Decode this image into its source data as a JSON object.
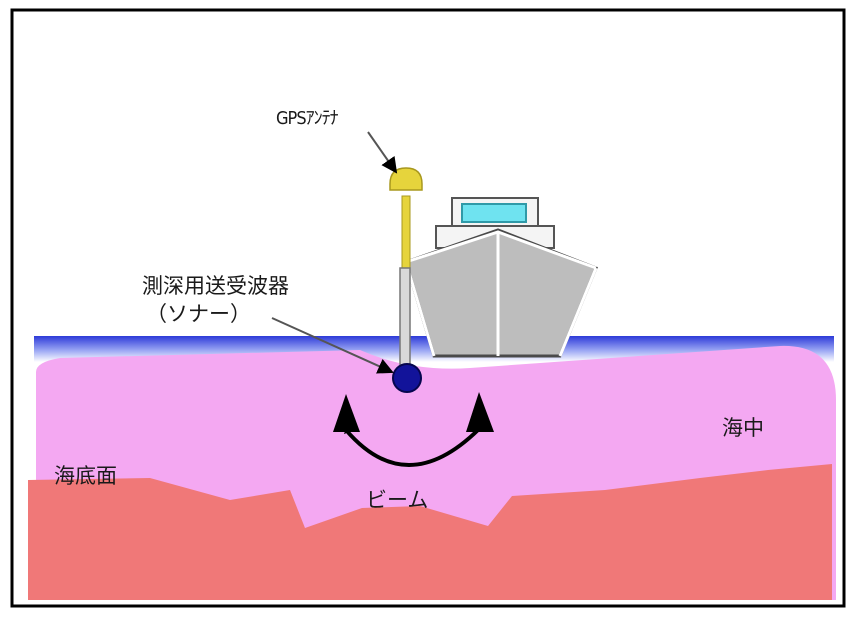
{
  "labels": {
    "gps_antenna": "GPSｱﾝﾃﾅ",
    "sonar_line1": "測深用送受波器",
    "sonar_line2": "（ソナー）",
    "sea": "海中",
    "seabed": "海底面",
    "beam": "ビーム"
  },
  "colors": {
    "frame": "#000000",
    "water_surface": "#2d3ad8",
    "sea_body": "#f4a8f2",
    "seabed": "#f07878",
    "boat_hull": "#bdbdbd",
    "boat_window": "#6fe3f0",
    "antenna_head": "#e6d43c",
    "sonar": "#12139a"
  },
  "icons": [
    "boat-icon",
    "gps-antenna-icon",
    "sonar-transducer-icon",
    "beam-arrow-icon"
  ]
}
